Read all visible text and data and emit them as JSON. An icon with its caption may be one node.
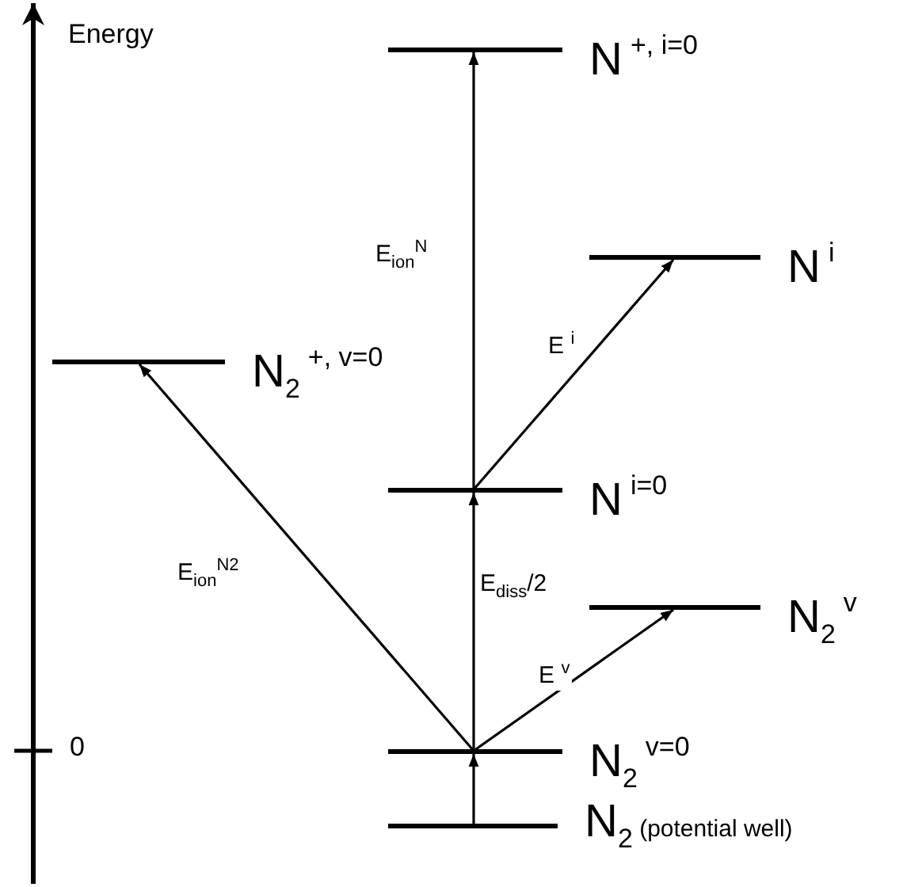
{
  "diagram": {
    "nodes": [
      {
        "text": [
          "N$^{+, i=0}$"
        ]
      },
      {
        "text": [
          "N$^{i}$"
        ]
      },
      {
        "text": [
          "N$_{2}$$^{+, v=0}$"
        ]
      },
      {
        "text": [
          "N$^{i=0}$"
        ]
      },
      {
        "text": [
          "N$_{2}$$^{v}$"
        ]
      },
      {
        "text": [
          "N$_{2}$$^{v=0}$"
        ]
      },
      {
        "text": [
          "N$_{2}$ (potential well)"
        ]
      }
    ],
    "edges": [
      {
        "from": 6,
        "to": 5,
        "arrow": "to"
      },
      {
        "from": 5,
        "to": 3,
        "arrow": "to",
        "label": "E$_{diss}$/2"
      },
      {
        "from": 3,
        "to": 0,
        "arrow": "to",
        "label": "E$_{ion}$$^{N}$"
      },
      {
        "from": 3,
        "to": 1,
        "arrow": "to",
        "label": "E $^{i}$"
      },
      {
        "from": 5,
        "to": 4,
        "arrow": "to",
        "label": "E $^{v}$"
      },
      {
        "from": 5,
        "to": 2,
        "arrow": "to",
        "label": "E$_{ion}$$^{N2}$"
      }
    ],
    "labels": [
      "Energy",
      "0"
    ]
  }
}
